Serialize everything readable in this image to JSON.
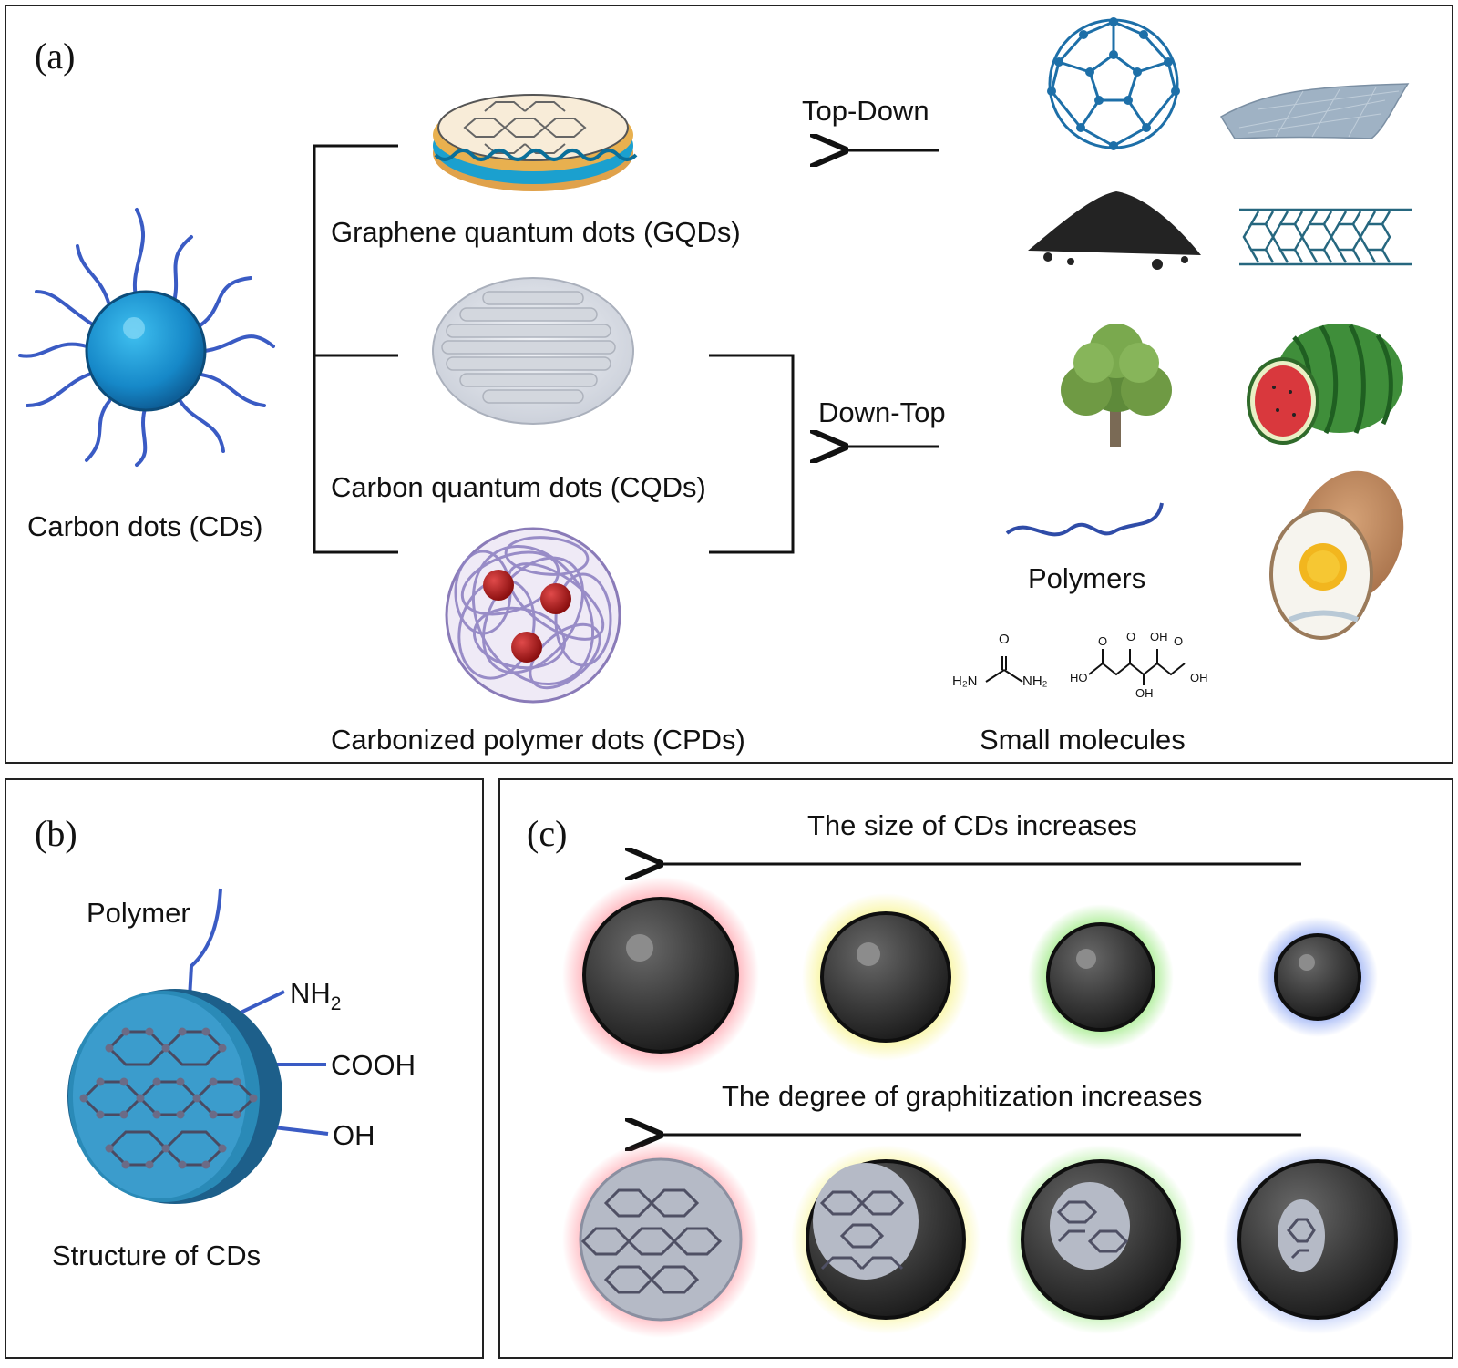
{
  "panel_a": {
    "label": "(a)",
    "cds": "Carbon dots (CDs)",
    "gqds": "Graphene quantum dots (GQDs)",
    "cqds": "Carbon quantum dots (CQDs)",
    "cpds": "Carbonized polymer dots (CPDs)",
    "top_down": "Top-Down",
    "down_top": "Down-Top",
    "polymers": "Polymers",
    "small_molecules": "Small molecules",
    "chem": {
      "urea_o": "O",
      "urea_h2n": "H₂N",
      "urea_nh2": "NH₂",
      "citric_ho": "HO",
      "citric_oh_top": "OH",
      "citric_o1": "O",
      "citric_o2": "O",
      "citric_o3": "O",
      "citric_oh_mid": "OH",
      "citric_oh_right": "OH"
    }
  },
  "panel_b": {
    "label": "(b)",
    "polymer": "Polymer",
    "nh2": "NH",
    "nh2_sub": "2",
    "cooh": "COOH",
    "oh": "OH",
    "caption": "Structure of CDs"
  },
  "panel_c": {
    "label": "(c)",
    "size_text": "The size of CDs increases",
    "graph_text": "The degree of graphitization increases"
  },
  "colors": {
    "red_glow": "#ff6b7a",
    "yellow_glow": "#f4ee5a",
    "green_glow": "#7ee35c",
    "blue_glow": "#7f9bf2",
    "cd_blue": "#1a8fd0",
    "ligand_blue": "#3a5bc4"
  }
}
